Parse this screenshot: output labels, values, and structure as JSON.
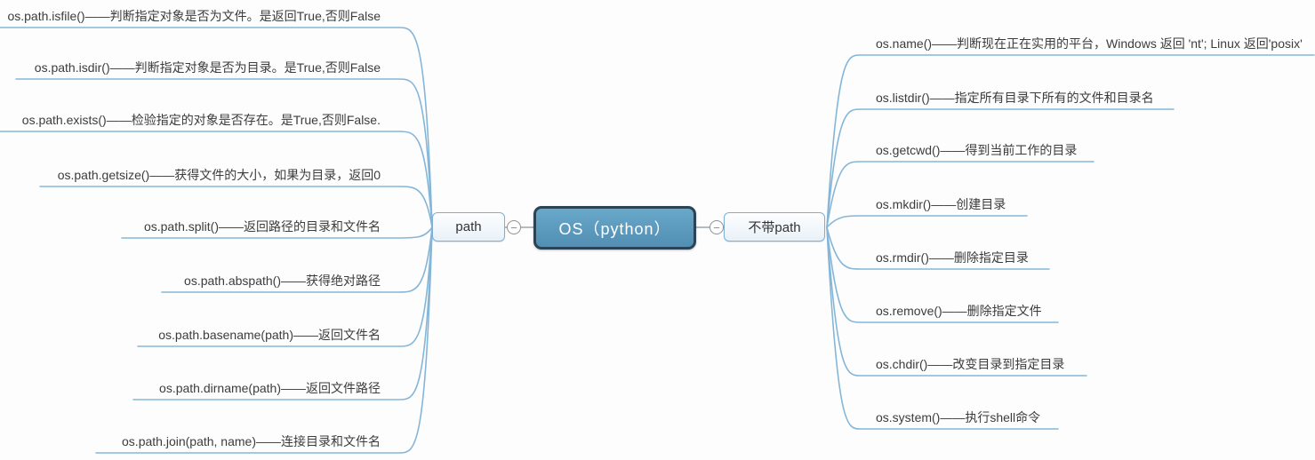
{
  "root": {
    "label": "OS（python）"
  },
  "left_branch": {
    "label": "path",
    "items": [
      "os.path.isfile()——判断指定对象是否为文件。是返回True,否则False",
      "os.path.isdir()——判断指定对象是否为目录。是True,否则False",
      "os.path.exists()——检验指定的对象是否存在。是True,否则False.",
      "os.path.getsize()——获得文件的大小，如果为目录，返回0",
      "os.path.split()——返回路径的目录和文件名",
      "os.path.abspath()——获得绝对路径",
      "os.path.basename(path)——返回文件名",
      "os.path.dirname(path)——返回文件路径",
      "os.path.join(path, name)——连接目录和文件名"
    ]
  },
  "right_branch": {
    "label": "不带path",
    "items": [
      "os.name()——判断现在正在实用的平台，Windows 返回 'nt'; Linux 返回'posix'",
      "os.listdir()——指定所有目录下所有的文件和目录名",
      "os.getcwd()——得到当前工作的目录",
      "os.mkdir()——创建目录",
      "os.rmdir()——删除指定目录",
      "os.remove()——删除指定文件",
      "os.chdir()——改变目录到指定目录",
      "os.system()——执行shell命令"
    ]
  },
  "icons": {
    "collapse_minus": "−"
  },
  "colors": {
    "root_fill": "#5b9dbf",
    "root_border": "#2b4357",
    "branch_border": "#7fb0d4",
    "connector": "#85b6d8",
    "stem": "#9aa6ad"
  }
}
